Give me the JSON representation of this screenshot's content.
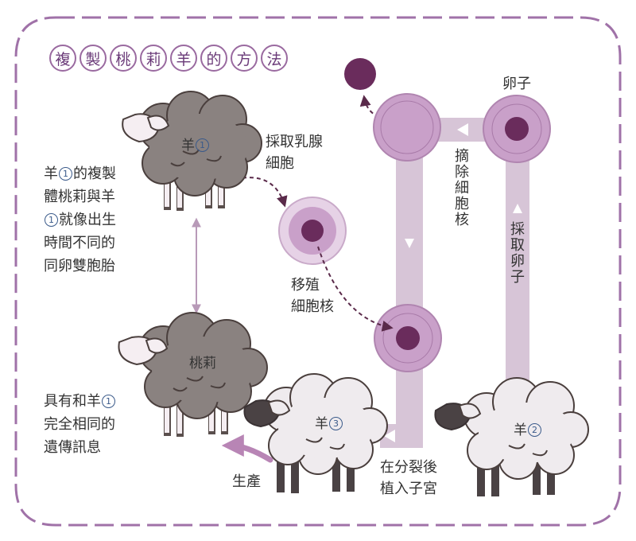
{
  "title_chars": [
    "複",
    "製",
    "桃",
    "莉",
    "羊",
    "的",
    "方",
    "法"
  ],
  "labels": {
    "sheep1_prefix": "羊",
    "sheep1_num": "1",
    "sheep2_prefix": "羊",
    "sheep2_num": "2",
    "sheep3_prefix": "羊",
    "sheep3_num": "3",
    "dolly": "桃莉",
    "collect_mammary_line1": "採取乳腺",
    "collect_mammary_line2": "細胞",
    "transplant_line1": "移殖",
    "transplant_line2": "細胞核",
    "egg": "卵子",
    "remove_nucleus": "摘除細胞核",
    "collect_egg": "採取卵子",
    "split_implant_line1": "在分裂後",
    "split_implant_line2": "植入子宮",
    "birth": "生產"
  },
  "notes": {
    "twins_l1_a": "羊",
    "twins_l1_num": "1",
    "twins_l1_b": "的複製",
    "twins_l2": "體桃莉與羊",
    "twins_l3_num": "1",
    "twins_l3_b": "就像出生",
    "twins_l4": "時間不同的",
    "twins_l5": "同卵雙胞胎",
    "same_l1_a": "具有和羊",
    "same_l1_num": "1",
    "same_l2": "完全相同的",
    "same_l3": "遺傳訊息"
  },
  "colors": {
    "border": "#a072a8",
    "sheep_dark": "#8a8280",
    "sheep_light": "#efebee",
    "cell_fill": "#c9a0c9",
    "cell_light": "#e6d2e6",
    "nucleus": "#6a2c5c",
    "track": "#d7c5d7"
  }
}
